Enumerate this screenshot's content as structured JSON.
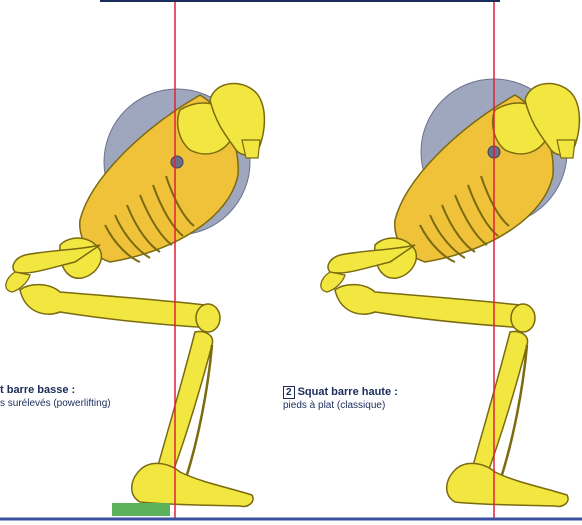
{
  "panels": [
    {
      "number": "",
      "title": "t barre basse :",
      "subtitle": "s surélevés (powerlifting)"
    },
    {
      "number": "2",
      "title": "Squat barre haute :",
      "subtitle": "pieds à plat (classique)"
    }
  ],
  "colors": {
    "bone": "#f2e640",
    "bone_outline": "#7a6a10",
    "torso_shade": "#f0c23a",
    "weight_plate": "#8e98b4",
    "balance_line": "#e0203a",
    "heel_wedge": "#5cb25a",
    "ground_line": "#3a4fa0",
    "caption_text": "#1a2d5a"
  }
}
